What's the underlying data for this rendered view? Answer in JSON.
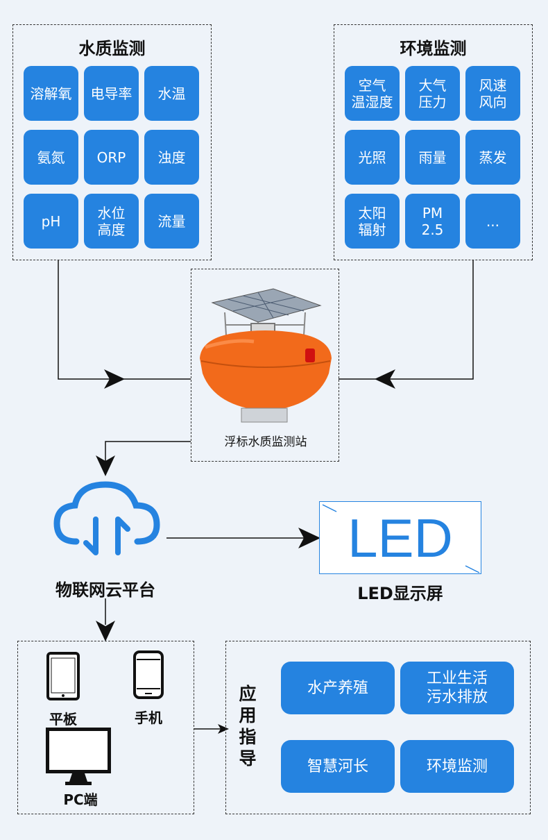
{
  "water_quality": {
    "title": "水质监测",
    "items": [
      "溶解氧",
      "电导率",
      "水温",
      "氨氮",
      "ORP",
      "浊度",
      "pH",
      "水位\n高度",
      "流量"
    ]
  },
  "environment": {
    "title": "环境监测",
    "items": [
      "空气\n温湿度",
      "大气\n压力",
      "风速\n风向",
      "光照",
      "雨量",
      "蒸发",
      "太阳\n辐射",
      "PM\n2.5",
      "..."
    ]
  },
  "buoy": {
    "label": "浮标水质监测站"
  },
  "cloud": {
    "label": "物联网云平台"
  },
  "led": {
    "screen_text": "LED",
    "label": "LED显示屏"
  },
  "devices": {
    "tablet": "平板",
    "phone": "手机",
    "pc": "PC端"
  },
  "applications": {
    "title_chars": [
      "应",
      "用",
      "指",
      "导"
    ],
    "items": [
      "水产养殖",
      "工业生活\n污水排放",
      "智慧河长",
      "环境监测"
    ]
  },
  "colors": {
    "accent": "#2583e0",
    "background": "#eef3f9",
    "buoy_orange": "#f26a1b"
  }
}
